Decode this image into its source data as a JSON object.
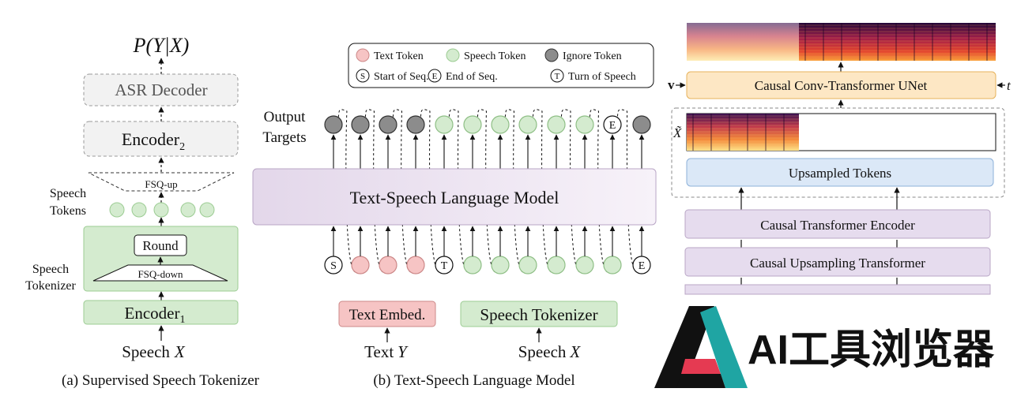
{
  "panel_a": {
    "prob": "P(Y|X)",
    "asr_decoder": "ASR Decoder",
    "encoder2": "Encoder",
    "encoder2_sub": "2",
    "fsq_up": "FSQ-up",
    "speech_tokens_line1": "Speech",
    "speech_tokens_line2": "Tokens",
    "round": "Round",
    "fsq_down": "FSQ-down",
    "speech_tokenizer_line1": "Speech",
    "speech_tokenizer_line2": "Tokenizer",
    "encoder1": "Encoder",
    "encoder1_sub": "1",
    "input_label": "Speech",
    "input_var": "X",
    "caption": "(a) Supervised Speech Tokenizer"
  },
  "panel_b": {
    "legend": {
      "text_token": "Text Token",
      "speech_token": "Speech Token",
      "ignore_token": "Ignore Token",
      "start_symbol": "S",
      "start_label": "Start of Seq.",
      "end_symbol": "E",
      "end_label": "End of Seq.",
      "turn_symbol": "T",
      "turn_label": "Turn of Speech"
    },
    "output_targets_line1": "Output",
    "output_targets_line2": "Targets",
    "output_end_symbol": "E",
    "lm_label": "Text-Speech Language Model",
    "input_start_symbol": "S",
    "input_turn_symbol": "T",
    "input_end_symbol": "E",
    "text_embed": "Text Embed.",
    "speech_tokenizer": "Speech Tokenizer",
    "text_input_label": "Text",
    "text_input_var": "Y",
    "speech_input_label": "Speech",
    "speech_input_var": "X",
    "caption": "(b) Text-Speech Language Model"
  },
  "panel_c": {
    "unet_label": "Causal Conv-Transformer UNet",
    "v_label": "v",
    "t_label": "t",
    "xtilde_label": "X̃",
    "upsampled_tokens": "Upsampled Tokens",
    "causal_transformer_encoder": "Causal Transformer Encoder",
    "causal_upsampling_transformer": "Causal Upsampling Transformer"
  },
  "watermark": {
    "text": "AI工具浏览器"
  },
  "colors": {
    "speech_green": "#d4ebcf",
    "text_pink": "#f6c4c4",
    "ignore_gray": "#8c8c8c",
    "lm_purple": "#eee6f3",
    "unet_orange": "#fde7c4",
    "upsampled_blue": "#dbe8f7",
    "decoder_gray": "#f2f2f2"
  }
}
